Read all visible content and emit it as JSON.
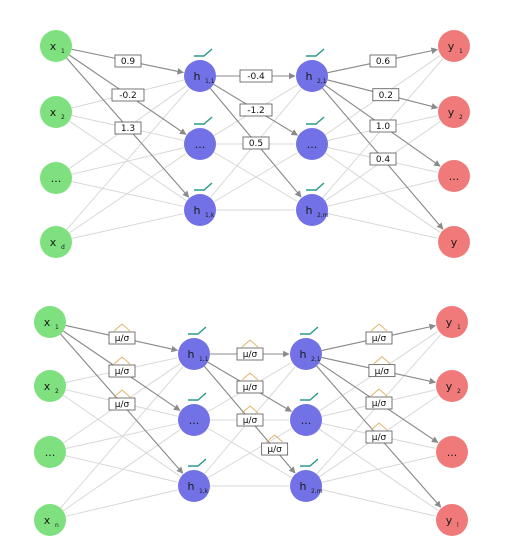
{
  "colors": {
    "input": "#7ee07e",
    "hidden": "#7272e6",
    "output": "#f07a7a",
    "edge_strong": "#8a8a8a",
    "edge_faint": "#d8d8d8",
    "activation": "#2a9a8a",
    "bayes_icon": "#e0b46a"
  },
  "panels": [
    {
      "inputs": [
        {
          "base": "x",
          "sub": "1"
        },
        {
          "base": "x",
          "sub": "2"
        },
        {
          "base": "...",
          "sub": ""
        },
        {
          "base": "x",
          "sub": "d"
        }
      ],
      "hidden1": [
        {
          "base": "h",
          "sub": "1,1"
        },
        {
          "base": "...",
          "sub": ""
        },
        {
          "base": "h",
          "sub": "1,k"
        }
      ],
      "hidden2": [
        {
          "base": "h",
          "sub": "2,1"
        },
        {
          "base": "...",
          "sub": ""
        },
        {
          "base": "h",
          "sub": "2,m"
        }
      ],
      "outputs": [
        {
          "base": "y",
          "sub": "1"
        },
        {
          "base": "y",
          "sub": "2"
        },
        {
          "base": "...",
          "sub": ""
        },
        {
          "base": "y",
          "sub": ""
        }
      ],
      "weights_in": [
        "0.9",
        "-0.2",
        "1.3"
      ],
      "weights_mid": [
        "-0.4",
        "-1.2",
        "0.5"
      ],
      "weights_out": [
        "0.6",
        "0.2",
        "1.0",
        "0.4"
      ]
    },
    {
      "inputs": [
        {
          "base": "x",
          "sub": "1"
        },
        {
          "base": "x",
          "sub": "2"
        },
        {
          "base": "...",
          "sub": ""
        },
        {
          "base": "x",
          "sub": "n"
        }
      ],
      "hidden1": [
        {
          "base": "h",
          "sub": "1,1"
        },
        {
          "base": "...",
          "sub": ""
        },
        {
          "base": "h",
          "sub": "1,k"
        }
      ],
      "hidden2": [
        {
          "base": "h",
          "sub": "2,1"
        },
        {
          "base": "...",
          "sub": ""
        },
        {
          "base": "h",
          "sub": "2,m"
        }
      ],
      "outputs": [
        {
          "base": "y",
          "sub": "1"
        },
        {
          "base": "y",
          "sub": "2"
        },
        {
          "base": "...",
          "sub": ""
        },
        {
          "base": "y",
          "sub": "l"
        }
      ],
      "weights_in": [
        "μ/σ",
        "μ/σ",
        "μ/σ"
      ],
      "weights_mid": [
        "μ/σ",
        "μ/σ",
        "μ/σ",
        "μ/σ"
      ],
      "weights_out": [
        "μ/σ",
        "μ/σ",
        "μ/σ",
        "μ/σ"
      ]
    }
  ]
}
